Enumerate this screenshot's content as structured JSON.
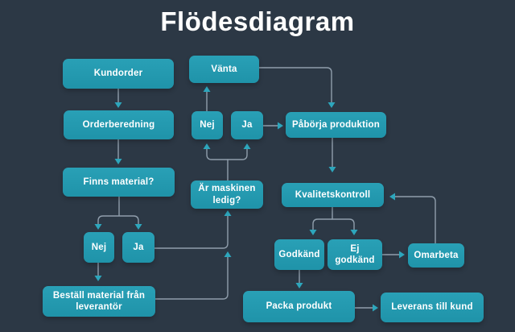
{
  "title": "Flödesdiagram",
  "colors": {
    "background": "#2c3845",
    "node_fill": "#2397ad",
    "connector_line": "#909eac",
    "arrowhead": "#2da6bc",
    "text": "#ffffff"
  },
  "nodes": {
    "kundorder": {
      "label": "Kundorder"
    },
    "orderberedning": {
      "label": "Orderberedning"
    },
    "finns_material": {
      "label": "Finns material?"
    },
    "nej_material": {
      "label": "Nej"
    },
    "ja_material": {
      "label": "Ja"
    },
    "bestall_material": {
      "label": "Beställ material från leverantör"
    },
    "ar_maskinen_ledig": {
      "label": "Är maskinen ledig?"
    },
    "nej_maskin": {
      "label": "Nej"
    },
    "ja_maskin": {
      "label": "Ja"
    },
    "vanta": {
      "label": "Vänta"
    },
    "paborja_produktion": {
      "label": "Påbörja produktion"
    },
    "kvalitetskontroll": {
      "label": "Kvalitetskontroll"
    },
    "godkand": {
      "label": "Godkänd"
    },
    "ej_godkand": {
      "label": "Ej godkänd"
    },
    "omarbeta": {
      "label": "Omarbeta"
    },
    "packa_produkt": {
      "label": "Packa produkt"
    },
    "leverans_till_kund": {
      "label": "Leverans till kund"
    }
  },
  "edges": [
    {
      "from": "kundorder",
      "to": "orderberedning"
    },
    {
      "from": "orderberedning",
      "to": "finns_material"
    },
    {
      "from": "finns_material",
      "to": "nej_material"
    },
    {
      "from": "finns_material",
      "to": "ja_material"
    },
    {
      "from": "nej_material",
      "to": "bestall_material"
    },
    {
      "from": "ja_material",
      "to": "ar_maskinen_ledig"
    },
    {
      "from": "bestall_material",
      "to": "ar_maskinen_ledig"
    },
    {
      "from": "ar_maskinen_ledig",
      "to": "nej_maskin"
    },
    {
      "from": "ar_maskinen_ledig",
      "to": "ja_maskin"
    },
    {
      "from": "nej_maskin",
      "to": "vanta"
    },
    {
      "from": "vanta",
      "to": "paborja_produktion"
    },
    {
      "from": "ja_maskin",
      "to": "paborja_produktion"
    },
    {
      "from": "paborja_produktion",
      "to": "kvalitetskontroll"
    },
    {
      "from": "kvalitetskontroll",
      "to": "godkand"
    },
    {
      "from": "kvalitetskontroll",
      "to": "ej_godkand"
    },
    {
      "from": "ej_godkand",
      "to": "omarbeta"
    },
    {
      "from": "omarbeta",
      "to": "kvalitetskontroll"
    },
    {
      "from": "godkand",
      "to": "packa_produkt"
    },
    {
      "from": "packa_produkt",
      "to": "leverans_till_kund"
    }
  ]
}
